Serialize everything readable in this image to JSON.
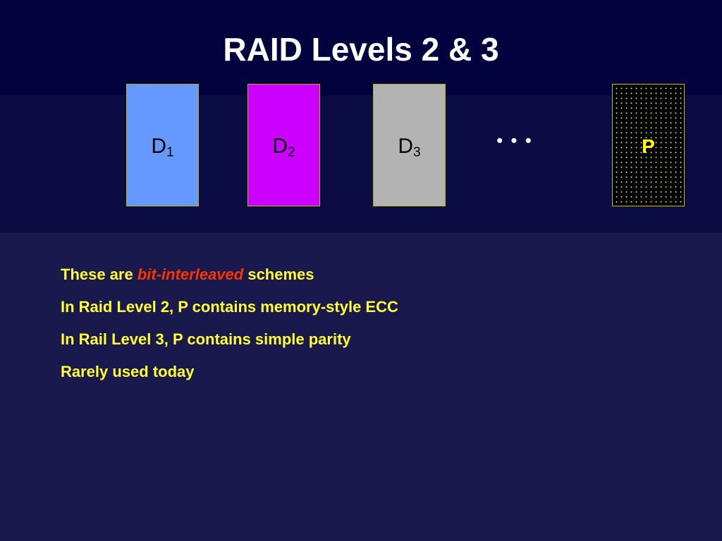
{
  "slide": {
    "title": "RAID Levels 2 & 3"
  },
  "disks": [
    {
      "letter": "D",
      "index": "1",
      "color": "#6699ff"
    },
    {
      "letter": "D",
      "index": "2",
      "color": "#cc00ff"
    },
    {
      "letter": "D",
      "index": "3",
      "color": "#b3b3b3"
    }
  ],
  "ellipsis": "• • •",
  "parity_disk": {
    "label": "P",
    "fill": "#000000",
    "dot_color": "#d9d94a"
  },
  "bullets": [
    {
      "before": "These are ",
      "emphasis": "bit-interleaved",
      "after": " schemes"
    },
    {
      "text": "In Raid Level 2, P contains memory-style ECC"
    },
    {
      "text": "In Rail Level 3, P contains simple parity"
    },
    {
      "text": "Rarely used today"
    }
  ],
  "colors": {
    "title": "#ffffff",
    "bullet_text": "#ffff33",
    "emphasis": "#ff3300",
    "disk_border": "#b8b000"
  }
}
